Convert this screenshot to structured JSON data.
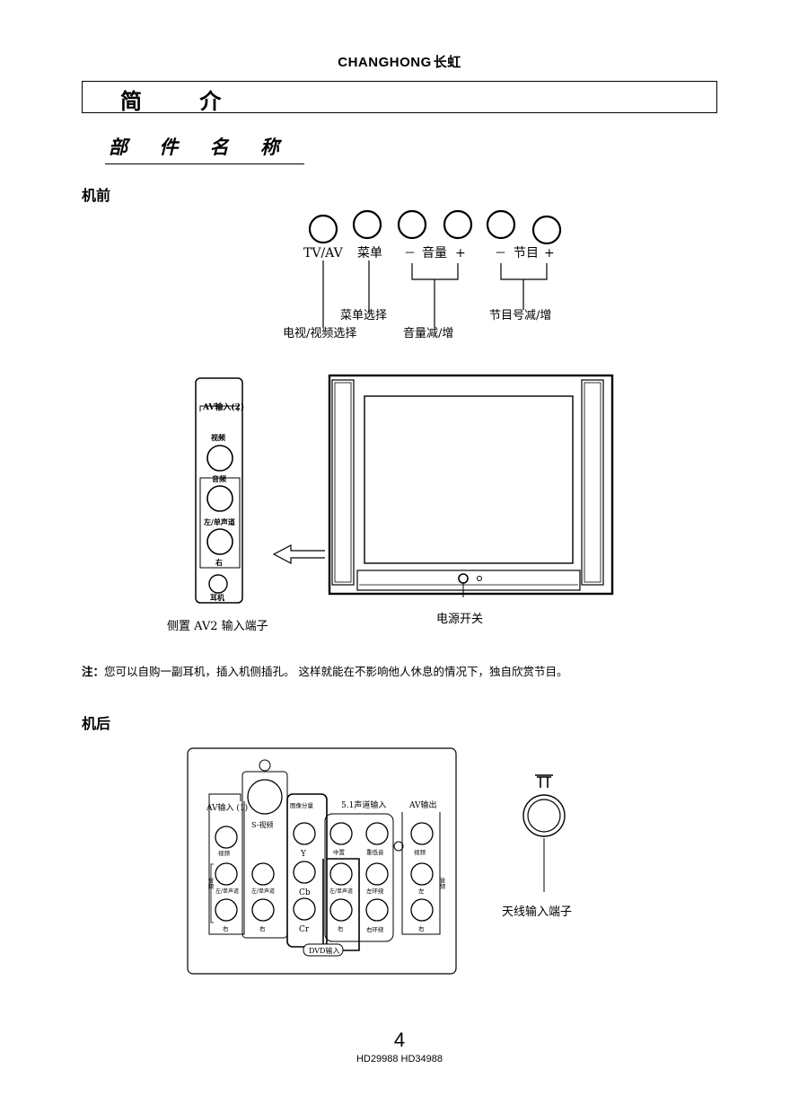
{
  "header": {
    "brand": "CHANGHONG",
    "brand_cn": "长虹"
  },
  "title": "简 介",
  "subtitle": "部 件 名 称",
  "front": {
    "heading": "机前",
    "button_labels": {
      "tvav": "TV/AV",
      "menu": "菜单",
      "volume": "音量",
      "channel": "节目",
      "minus": "－",
      "plus": "+"
    },
    "callouts": {
      "tvav": "电视/视频选择",
      "menu": "菜单选择",
      "volume": "音量减/增",
      "channel": "节目号减/增"
    },
    "side_panel": {
      "title": "AV输入(2)",
      "video": "视频",
      "audio": "音频",
      "left_mono": "左/单声道",
      "right": "右",
      "headphone": "耳机"
    },
    "side_caption": "侧置 AV2 输入端子",
    "power_caption": "电源开关"
  },
  "note": {
    "prefix": "注：",
    "text": "您可以自购一副耳机，插入机侧插孔。 这样就能在不影响他人休息的情况下，独自欣赏节目。"
  },
  "rear": {
    "heading": "机后",
    "panel": {
      "av_in1": "AV输入 (1)",
      "s_video": "S-视频",
      "component": "图像分量",
      "surround_in": "5.1声道输入",
      "av_out": "AV输出",
      "video": "视频",
      "audio_v": "音频",
      "left_mono": "左/单声道",
      "right": "右",
      "left": "左",
      "y": "Y",
      "cb": "Cb",
      "cr": "Cr",
      "center": "中置",
      "subwoofer": "重低音",
      "left_surround": "左环绕",
      "right_surround": "右环绕",
      "dvd_in": "DVD输入"
    },
    "antenna_caption": "天线输入端子"
  },
  "footer": {
    "page": "4",
    "models": "HD29988 HD34988"
  }
}
